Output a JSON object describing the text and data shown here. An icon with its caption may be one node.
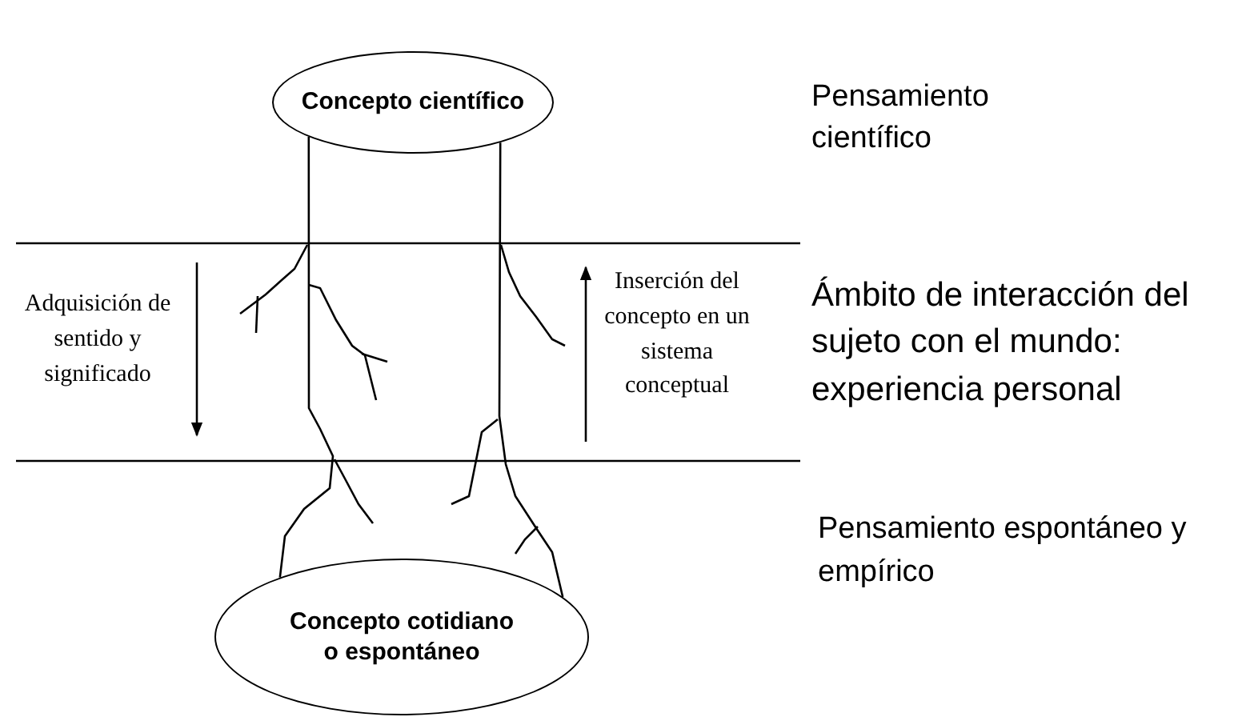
{
  "diagram": {
    "nodes": [
      {
        "text": [
          "Concepto científico"
        ]
      },
      {
        "text": [
          "Concepto cotidiano o espontáneo"
        ]
      }
    ],
    "edges": [
      {
        "from": 0,
        "to": 1,
        "arrow": "none"
      },
      {
        "from": 0,
        "to": 1,
        "arrow": "none"
      }
    ],
    "labels": [
      "Pensamiento científico",
      "Adquisición de sentido y significado",
      "Inserción del concepto en un sistema conceptual",
      "Ámbito de interacción del sujeto con el mundo: experiencia personal",
      "Pensamiento espontáneo y empírico"
    ]
  }
}
